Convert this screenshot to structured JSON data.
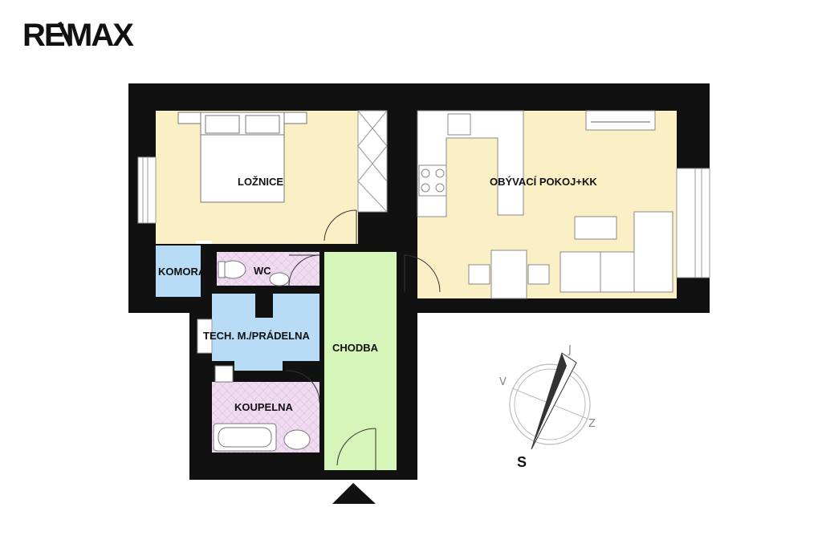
{
  "brand": {
    "logo_text": "RE/MAX"
  },
  "rooms": {
    "loznice": "LOŽNICE",
    "obyvaci": "OBÝVACÍ POKOJ+KK",
    "komora": "KOMORA",
    "wc": "WC",
    "tech": "TECH. M./PRÁDELNA",
    "chodba": "CHODBA",
    "koupelna": "KOUPELNA"
  },
  "compass": {
    "north": "J",
    "west": "V",
    "east": "Z",
    "south": "S"
  },
  "colors": {
    "bedroom_living": "#fbefc5",
    "storage_tech": "#b9dcf6",
    "bath_wc": "#f0dcf0",
    "corridor": "#d6f5b8",
    "wall": "#111111"
  }
}
